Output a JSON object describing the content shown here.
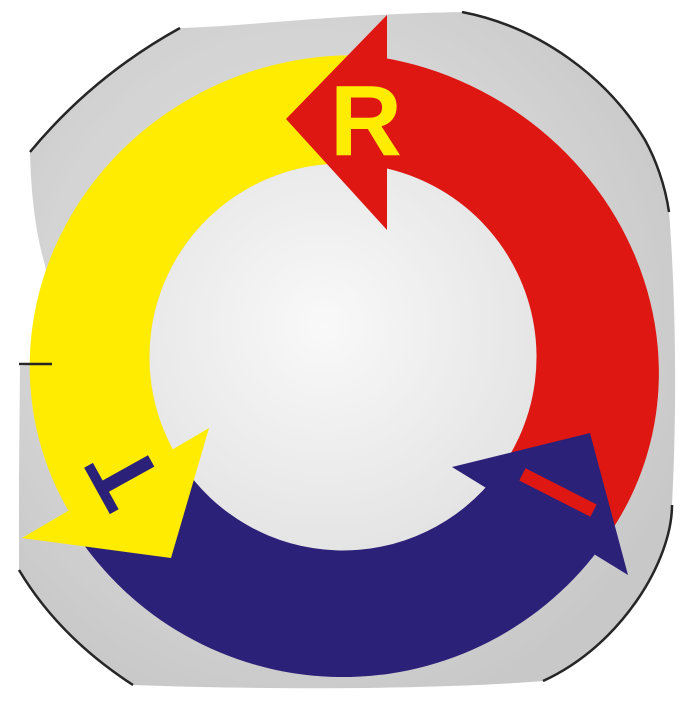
{
  "logo": {
    "letters": {
      "top": "R",
      "left": "T",
      "right": "I"
    },
    "colors": {
      "red": "#df1712",
      "yellow": "#ffec00",
      "navy": "#2b2179",
      "outline": "#262626",
      "octagon_light": "#dddddd",
      "octagon_mid": "#d4d4d4",
      "octagon_dark": "#c8c8c8",
      "inner_light": "#f9f9f9",
      "inner_dark": "#e2e2e2",
      "page_bg": "#ffffff"
    }
  }
}
